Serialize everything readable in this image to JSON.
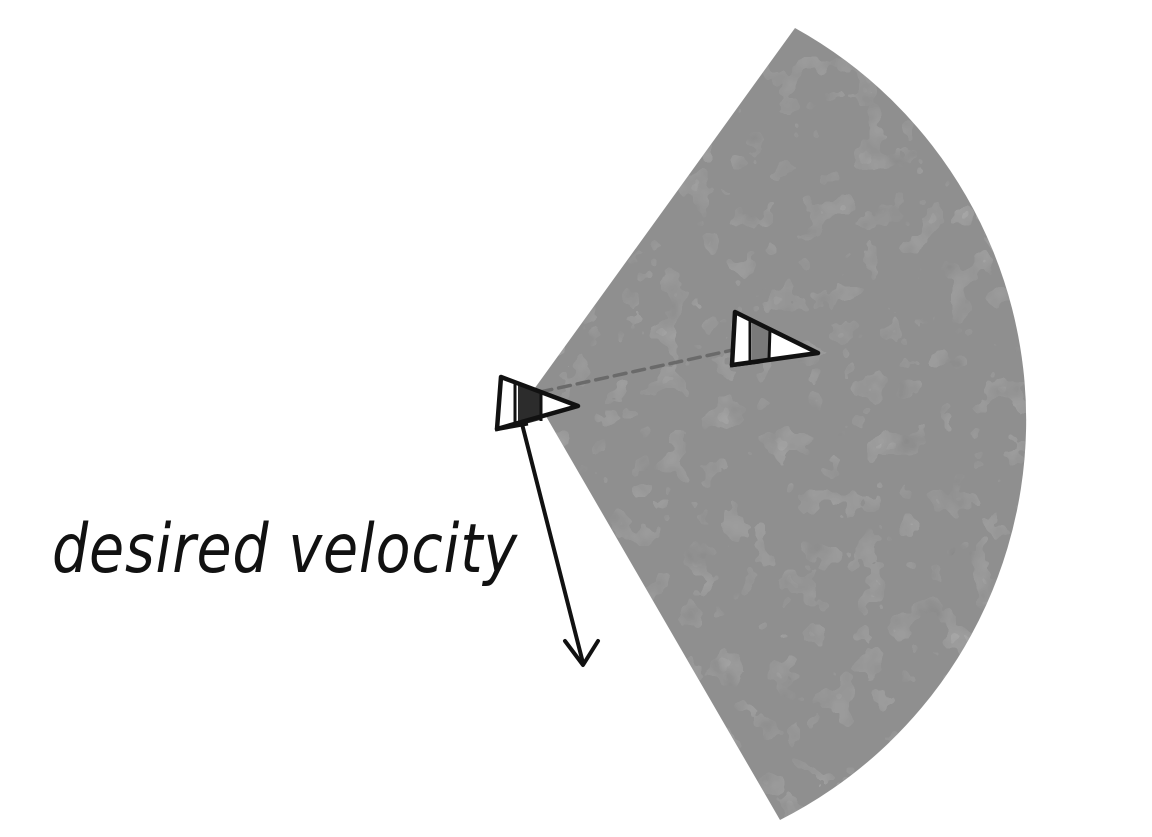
{
  "labels": {
    "desired_velocity": "desired velocity"
  },
  "colors": {
    "cone_fill": "#8f8f8f",
    "cone_speckle": "#a3a3a3",
    "outline": "#111111",
    "agent_body": "#ffffff",
    "agent_self_stripe": "#2c2c2c",
    "agent_neighbor_stripe": "#7a7a7a",
    "dashed_link": "#6a6a6a"
  },
  "elements": {
    "vision_cone": "field-of-view sector",
    "self_agent": "triangle-agent-icon",
    "neighbor_agent": "triangle-agent-icon",
    "dashed_link": "sight-line",
    "velocity_arrow": "arrow-icon"
  }
}
